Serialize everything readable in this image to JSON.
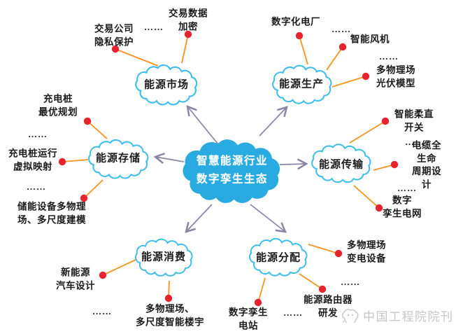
{
  "figure_title": "智慧能源行业数字孪生生态",
  "center_cloud": {
    "line1": "智慧能源行业",
    "line2": "数字孪生生态"
  },
  "clouds": {
    "market": "能源市场",
    "production": "能源生产",
    "storage": "能源存储",
    "transmission": "能源传输",
    "consumption": "能源消费",
    "distribution": "能源分配"
  },
  "labels": {
    "market": [
      "交易公司\n隐私保护",
      "……",
      "交易数据\n加密"
    ],
    "production": [
      "数字化电厂",
      "……",
      "智能风机",
      "……",
      "多物理场\n光伏模型"
    ],
    "storage": [
      "充电桩\n最优规划",
      "……",
      "充电桩运行\n虚拟映射",
      "……",
      "储能设备多物理\n场、多尺度建模"
    ],
    "transmission": [
      "智能柔直\n开关",
      "……",
      "电缆全生命\n周期设计",
      "……",
      "数字\n孪生电网"
    ],
    "consumption": [
      "新能源\n汽车设计",
      "……",
      "多物理场、\n多尺度智能楼宇"
    ],
    "distribution": [
      "多物理场\n变电设备",
      "……",
      "能源路由器\n研发",
      "……",
      "数字孪生\n电站"
    ]
  },
  "watermark": "中国工程院院刊",
  "colors": {
    "cloud_outline": "#3cbdec",
    "center_fill": "#29abe2",
    "connector": "#f7941e",
    "dot": "#e82330",
    "arrow": "#8b84a4",
    "text": "#1b1b1b",
    "watermark": "#c7c6c6"
  }
}
